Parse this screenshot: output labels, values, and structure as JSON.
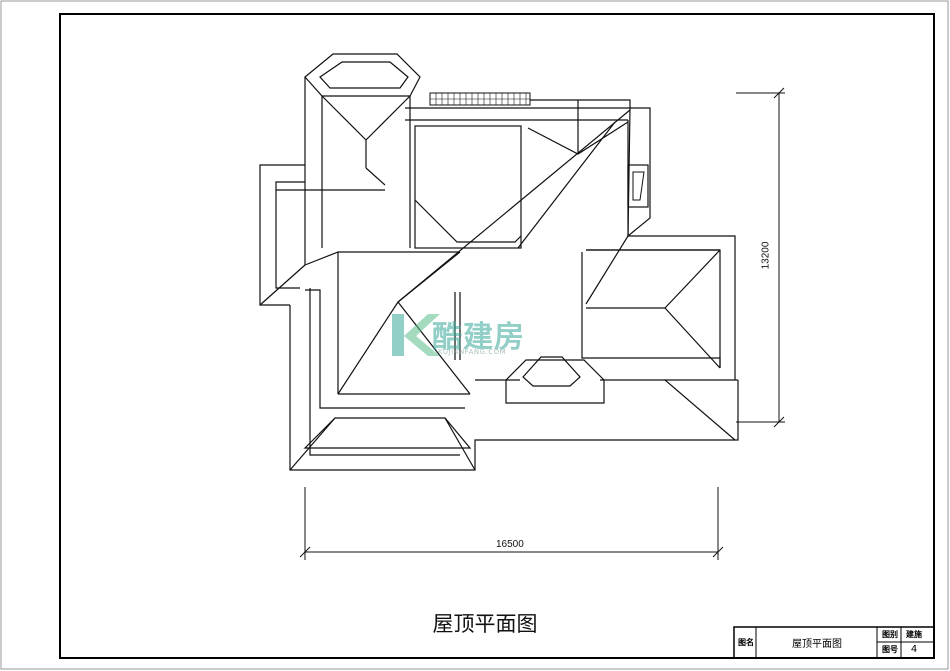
{
  "drawing": {
    "caption": "屋顶平面图",
    "dimension_width": "16500",
    "dimension_depth": "13200"
  },
  "title_block": {
    "name_label": "图名",
    "name_value": "屋顶平面图",
    "category_label": "图别",
    "category_value": "建施",
    "number_label": "图号",
    "number_value": "4"
  },
  "watermark": {
    "brand_text": "酷建房",
    "brand_sub": "KUJIANFANG.COM"
  },
  "colors": {
    "line": "#111111",
    "watermark": "#3aa89a"
  }
}
